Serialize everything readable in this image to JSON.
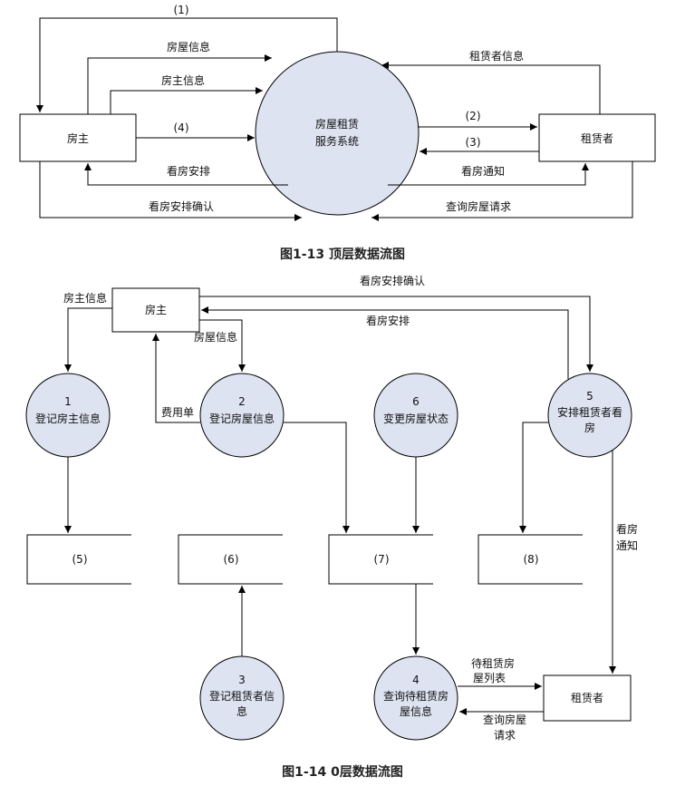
{
  "top": {
    "process_line1": "房屋租赁",
    "process_line2": "服务系统",
    "landlord": "房主",
    "tenant": "租赁者",
    "flows": {
      "f1": "(1)",
      "house_info": "房屋信息",
      "owner_info": "房主信息",
      "f4": "(4)",
      "tenant_info": "租赁者信息",
      "f2": "(2)",
      "f3": "(3)",
      "viewing_arrangement": "看房安排",
      "viewing_notice": "看房通知",
      "viewing_confirm": "看房安排确认",
      "query_request": "查询房屋请求"
    },
    "caption": "图1-13  顶层数据流图"
  },
  "level0": {
    "landlord": "房主",
    "tenant": "租赁者",
    "p1_num": "1",
    "p1_name": "登记房主信息",
    "p2_num": "2",
    "p2_name": "登记房屋信息",
    "p3_num": "3",
    "p3_name_line1": "登记租赁者信",
    "p3_name_line2": "息",
    "p4_num": "4",
    "p4_name_line1": "查询待租赁房",
    "p4_name_line2": "屋信息",
    "p5_num": "5",
    "p5_name_line1": "安排租赁者看",
    "p5_name_line2": "房",
    "p6_num": "6",
    "p6_name": "变更房屋状态",
    "store5": "(5)",
    "store6": "(6)",
    "store7": "(7)",
    "store8": "(8)",
    "flows": {
      "owner_info": "房主信息",
      "house_info": "房屋信息",
      "fee_bill": "费用单",
      "viewing_confirm": "看房安排确认",
      "viewing_arrangement": "看房安排",
      "viewing_notice_line1": "看房",
      "viewing_notice_line2": "通知",
      "list_line1": "待租赁房",
      "list_line2": "屋列表",
      "query_line1": "查询房屋",
      "query_line2": "请求"
    },
    "caption": "图1-14  0层数据流图"
  },
  "colors": {
    "process_fill": "#dde3f0",
    "line": "#000000"
  }
}
